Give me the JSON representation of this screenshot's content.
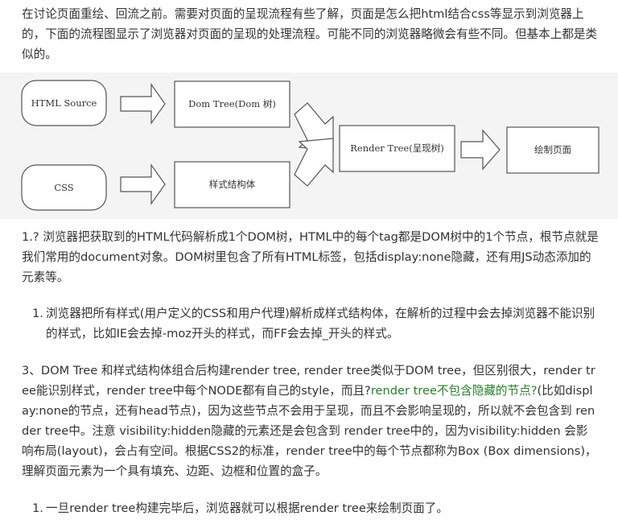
{
  "intro": {
    "text": "在讨论页面重绘、回流之前。需要对页面的呈现流程有些了解，页面是怎么把html结合css等显示到浏览器上的，下面的流程图显示了浏览器对页面的呈现的处理流程。可能不同的浏览器略微会有些不同。但基本上都是类似的。"
  },
  "diagram": {
    "html_source": "HTML Source",
    "dom_tree": "Dom Tree(Dom 树)",
    "css": "CSS",
    "style_struct": "样式结构体",
    "render_tree": "Render Tree(呈现树)",
    "paint": "绘制页面"
  },
  "p1": {
    "text": "1.? 浏览器把获取到的HTML代码解析成1个DOM树，HTML中的每个tag都是DOM树中的1个节点，根节点就是我们常用的document对象。DOM树里包含了所有HTML标签，包括display:none隐藏，还有用JS动态添加的元素等。"
  },
  "list1": {
    "num": "1.",
    "text": "浏览器把所有样式(用户定义的CSS和用户代理)解析成样式结构体，在解析的过程中会去掉浏览器不能识别的样式，比如IE会去掉-moz开头的样式，而FF会去掉_开头的样式。"
  },
  "p3": {
    "before": "3、DOM Tree 和样式结构体组合后构建render tree, render tree类似于DOM tree，但区别很大，render tree能识别样式，render tree中每个NODE都有自己的style，而且?",
    "highlight": "render tree不包含隐藏的节点?",
    "after": "(比如display:none的节点，还有head节点)，因为这些节点不会用于呈现，而且不会影响呈现的，所以就不会包含到 render tree中。注意 visibility:hidden隐藏的元素还是会包含到 render tree中的，因为visibility:hidden 会影响布局(layout)，会占有空间。根据CSS2的标准，render tree中的每个节点都称为Box (Box dimensions)，理解页面元素为一个具有填充、边距、边框和位置的盒子。"
  },
  "list2": {
    "num": "1.",
    "text": "一旦render tree构建完毕后，浏览器就可以根据render tree来绘制页面了。"
  },
  "colors": {
    "highlight": "#2a7d2a",
    "text": "#333333",
    "diagram_bg": "#f4f4f4"
  }
}
